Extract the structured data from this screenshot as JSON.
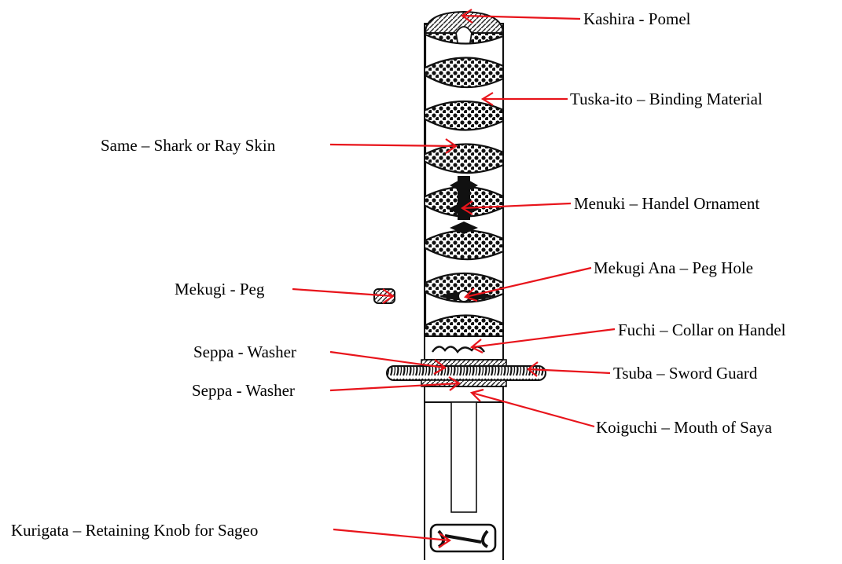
{
  "diagram": {
    "subject": "Japanese sword handle (tsuka) and saya mouth",
    "leader_color": "#e8141b",
    "ink_color": "#000000",
    "labels": {
      "kashira": "Kashira - Pomel",
      "tsuka_ito": "Tuska-ito – Binding Material",
      "same": "Same – Shark or Ray Skin",
      "menuki": "Menuki – Handel Ornament",
      "mekugi_ana": "Mekugi Ana – Peg Hole",
      "mekugi": "Mekugi - Peg",
      "fuchi": "Fuchi – Collar on Handel",
      "seppa_upper": "Seppa - Washer",
      "tsuba": "Tsuba – Sword Guard",
      "seppa_lower": "Seppa - Washer",
      "koiguchi": "Koiguchi – Mouth of Saya",
      "kurigata": "Kurigata – Retaining Knob for Sageo"
    }
  }
}
